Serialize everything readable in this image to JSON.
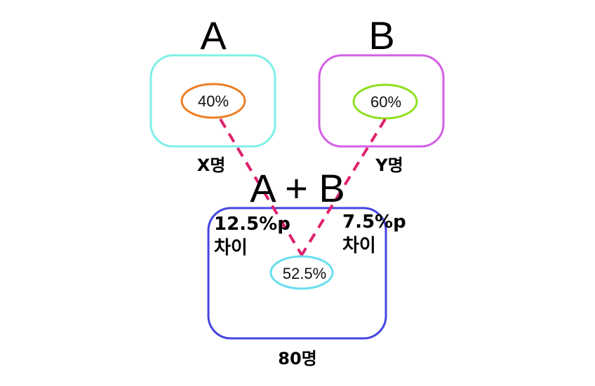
{
  "groups": {
    "a": {
      "title": "A",
      "percent": "40%",
      "count": "X명"
    },
    "b": {
      "title": "B",
      "percent": "60%",
      "count": "Y명"
    },
    "combined": {
      "title": "A + B",
      "percent": "52.5%",
      "count": "80명"
    }
  },
  "differences": {
    "left": {
      "value": "12.5%p",
      "label": "차이"
    },
    "right": {
      "value": "7.5%p",
      "label": "차이"
    }
  },
  "colors": {
    "box_a": "#7ff0e6",
    "box_b": "#d35fe6",
    "box_combined": "#4444e0",
    "ellipse_a": "#ee7d22",
    "ellipse_b": "#8fe020",
    "ellipse_combined": "#66ddee",
    "dashed_line": "#e0206e"
  }
}
